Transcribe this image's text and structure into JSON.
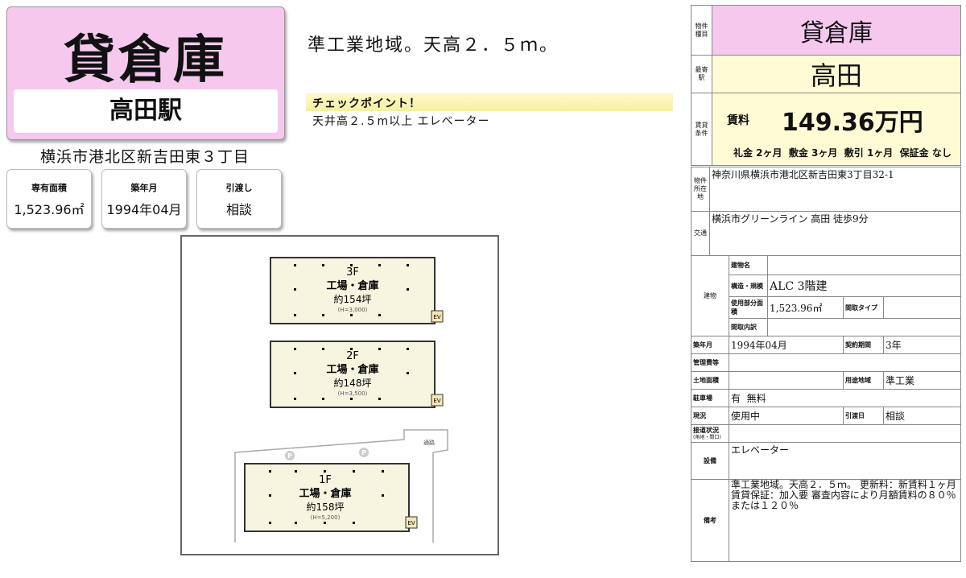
{
  "property_type": "貸倉庫",
  "station": "高田駅",
  "address_short": "横浜市港北区新吉田東３丁目",
  "info_boxes": [
    {
      "label": "専有面積",
      "value": "1,523.96㎡"
    },
    {
      "label": "築年月",
      "value": "1994年04月"
    },
    {
      "label": "引渡し",
      "value": "相談"
    }
  ],
  "headline": "準工業地域。天高２．５ｍ。",
  "checkpoint": {
    "label": "チェックポイント！",
    "text": "天井高２.５m以上 エレベーター"
  },
  "floorplan": {
    "floors": [
      {
        "floor": "3F",
        "use": "工場・倉庫",
        "area": "約154坪",
        "height": "(H=3,000)"
      },
      {
        "floor": "2F",
        "use": "工場・倉庫",
        "area": "約148坪",
        "height": "(H=3,500)"
      },
      {
        "floor": "1F",
        "use": "工場・倉庫",
        "area": "約158坪",
        "height": "(H=5,200)"
      }
    ],
    "ev_label": "EV",
    "parking_label": "P",
    "road_label": "通路"
  },
  "table": {
    "type_header": "物件種目",
    "type_value": "貸倉庫",
    "station_header": "最寄駅",
    "station_value": "高田",
    "rent_header": "賃貸条件",
    "rent_label": "賃料",
    "rent_value": "149.36万円",
    "conditions": "礼金 2ヶ月  敷金 3ヶ月  敷引 1ヶ月  保証金 なし",
    "location_header": "物件所在地",
    "location_value": "神奈川県横浜市港北区新吉田東3丁目32-1",
    "transport_header": "交通",
    "transport_value": "横浜市グリーンライン 高田 徒歩9分",
    "building_header": "建物",
    "building_name_label": "建物名",
    "building_name_value": "",
    "structure_label": "構造・規模",
    "structure_value": "ALC 3階建",
    "area_label": "使用部分面積",
    "area_value": "1,523.96㎡",
    "layout_type_label": "間取タイプ",
    "layout_type_value": "",
    "layout_detail_label": "間取内訳",
    "layout_detail_value": "",
    "built_label": "築年月",
    "built_value": "1994年04月",
    "contract_label": "契約期間",
    "contract_value": "3年",
    "mgmt_label": "管理費等",
    "mgmt_value": "",
    "land_label": "土地面積",
    "land_value": "",
    "zoning_label": "用途地域",
    "zoning_value": "準工業",
    "parking_label": "駐車場",
    "parking_value": "有  無料",
    "status_label": "現況",
    "status_value": "使用中",
    "handover_label": "引渡日",
    "handover_value": "相談",
    "road_label": "接道状況",
    "road_sub": "(角地・間口)",
    "road_value": "",
    "equip_label": "設備",
    "equip_value": "エレベーター",
    "remarks_label": "備考",
    "remarks_value": "準工業地域。天高２．５ｍ。  更新料：新賃料１ヶ月  賃貸保証：加入要 審査内容により月額賃料の８０％または１２０％"
  },
  "colors": {
    "banner_pink": "#f6c8ee",
    "table_pink": "#f6c8ee",
    "table_yellow": "#fffbd5",
    "plan_fill": "#f7f4df",
    "checkpoint_yellow": "#f6f0a4"
  }
}
